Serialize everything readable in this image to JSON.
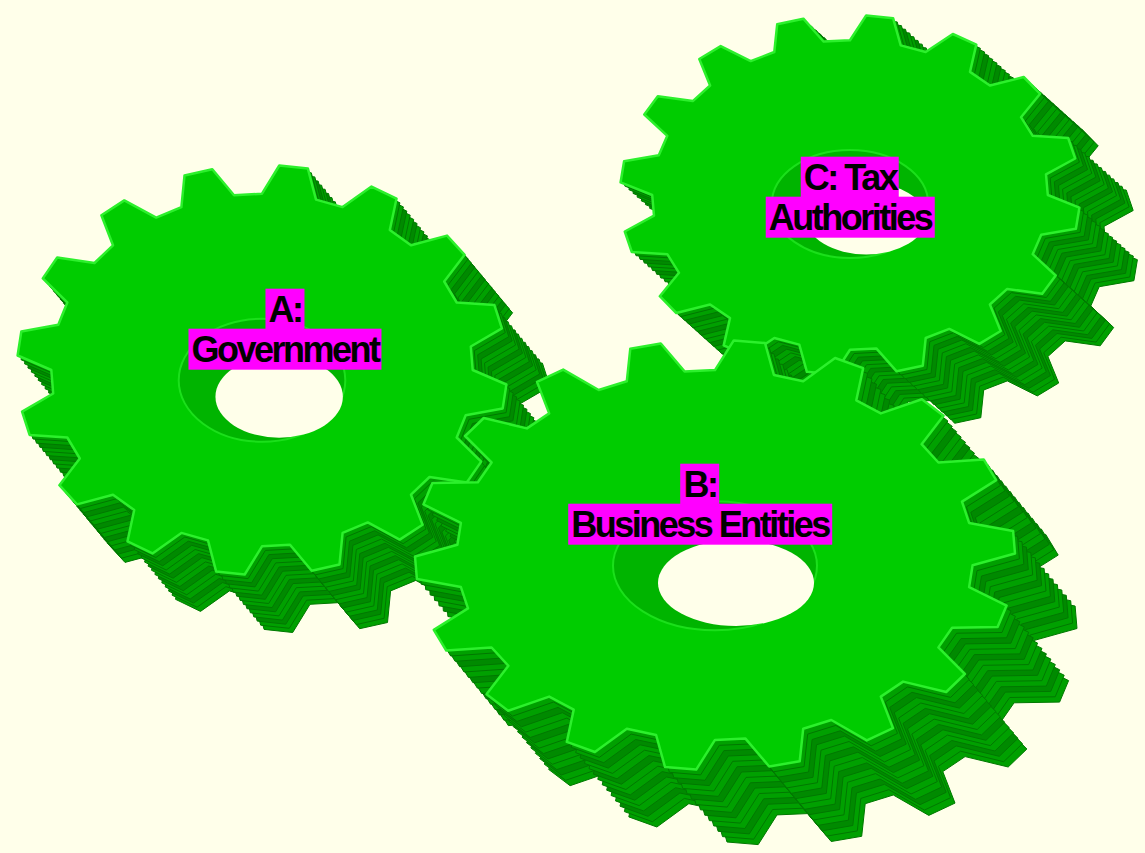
{
  "diagram": {
    "nodes": [
      {
        "text": [
          "A: Government"
        ]
      },
      {
        "text": [
          "B: Business Entities"
        ]
      },
      {
        "text": [
          "C: Tax Authorities"
        ]
      }
    ]
  }
}
